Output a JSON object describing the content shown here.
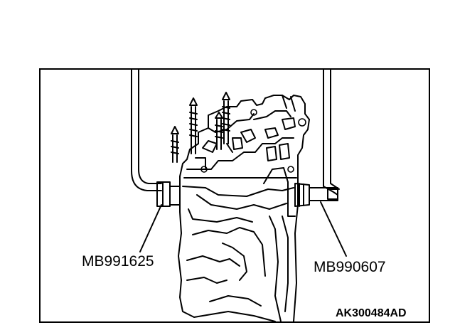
{
  "figure": {
    "tool_labels": {
      "left": "MB991625",
      "right": "MB990607"
    },
    "figure_id": "AK300484AD"
  },
  "colors": {
    "line": "#000000",
    "background": "#ffffff"
  }
}
